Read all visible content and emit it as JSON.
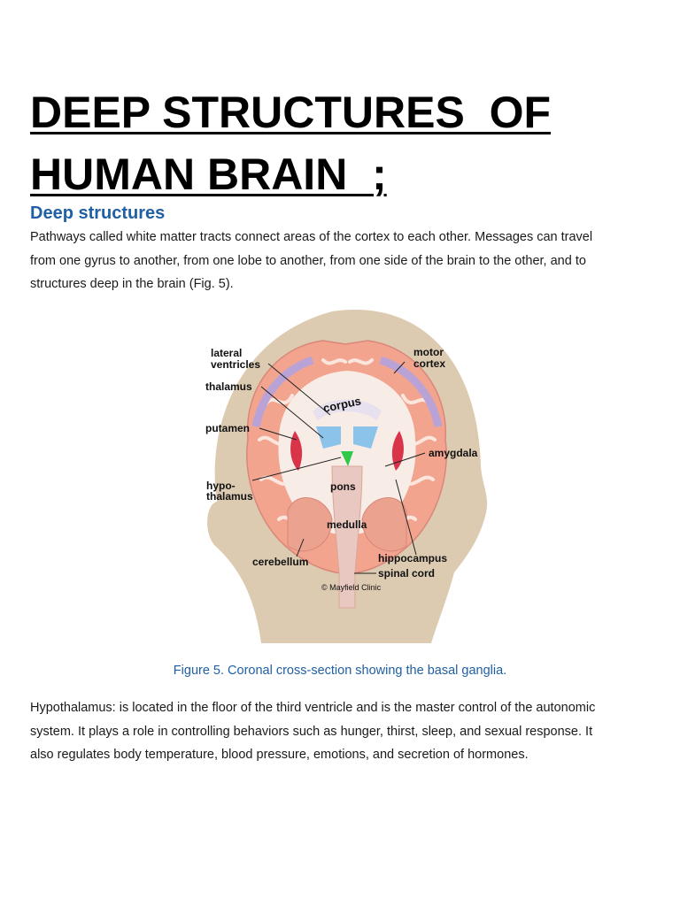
{
  "title": {
    "line1": "DEEP STRUCTURES  OF",
    "line2": "HUMAN BRAIN  ;"
  },
  "subheading": "Deep structures",
  "paragraph1": "Pathways called white matter tracts connect areas of the cortex to each other. Messages can travel from one gyrus to another, from one lobe to another, from one side of the brain to the other, and to structures deep in the brain (Fig. 5).",
  "figure": {
    "labels": {
      "lateral_ventricles_1": "lateral",
      "lateral_ventricles_2": "ventricles",
      "motor_cortex_1": "motor",
      "motor_cortex_2": "cortex",
      "thalamus": "thalamus",
      "corpus": "corpus",
      "putamen": "putamen",
      "amygdala": "amygdala",
      "hypothalamus_1": "hypo-",
      "hypothalamus_2": "thalamus",
      "pons": "pons",
      "medulla": "medulla",
      "cerebellum": "cerebellum",
      "hippocampus": "hippocampus",
      "spinal_cord": "spinal cord",
      "credit": "© Mayfield Clinic"
    },
    "caption": "Figure 5. Coronal cross-section showing the basal ganglia."
  },
  "paragraph2": "Hypothalamus: is located in the floor of the third ventricle and is the master control of the autonomic system. It plays a role in controlling behaviors such as hunger, thirst, sleep, and sexual response. It also regulates body temperature, blood pressure, emotions, and secretion of hormones.",
  "colors": {
    "heading_blue": "#1f5fa3",
    "skin": "#dccbb1",
    "cortex": "#f2a48f",
    "white_matter": "#f7ece6",
    "ventricle_blue": "#8cc3ea"
  }
}
